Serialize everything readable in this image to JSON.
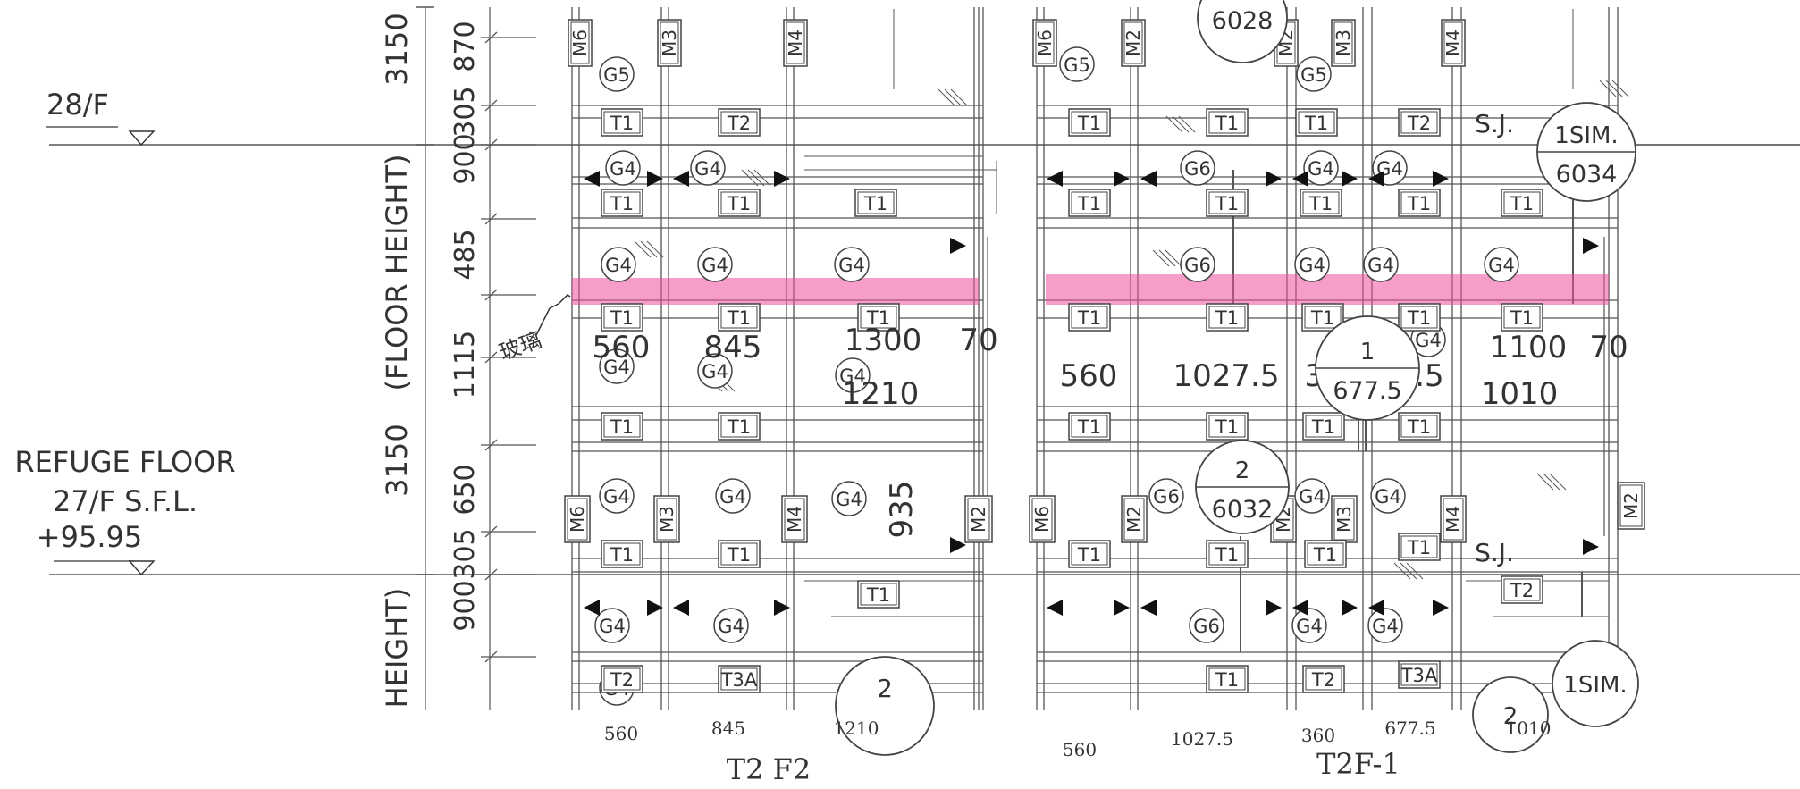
{
  "levels": {
    "upper": {
      "label": "28/F"
    },
    "lower": {
      "lines": [
        "REFUGE FLOOR",
        "27/F S.F.L.",
        "+95.95"
      ]
    }
  },
  "left_dims": {
    "outer": [
      "3150",
      "3150"
    ],
    "floor_height": "(FLOOR HEIGHT)",
    "height_partial": "HEIGHT)",
    "inner": [
      "870",
      "305",
      "900",
      "485",
      "1115",
      "650",
      "305",
      "900"
    ]
  },
  "handwritten": {
    "left_note": "玻璃",
    "bottom_left": [
      "560",
      "845",
      "1210"
    ],
    "bottom_left_label": "T2 F2",
    "bottom_right": [
      "560",
      "1027.5",
      "360",
      "677.5",
      "1010"
    ],
    "bottom_right_label": "T2F-1"
  },
  "left_panel": {
    "mullions": {
      "top": [
        "M6",
        "M3",
        "M4"
      ],
      "bottom": [
        "M6",
        "M3",
        "M4"
      ],
      "right": "M2"
    },
    "glass": [
      "G5",
      "G4",
      "G4",
      "G4",
      "G4",
      "G4",
      "G4",
      "G4",
      "G4",
      "G4",
      "G4",
      "G4",
      "G4",
      "G4",
      "G4"
    ],
    "transoms": [
      "T1",
      "T2",
      "T1",
      "T1",
      "T1",
      "T1",
      "T1",
      "T1",
      "T1",
      "T1",
      "T1",
      "T1",
      "T1",
      "T1",
      "T2",
      "T3A"
    ],
    "widths": [
      "560",
      "845",
      "1300",
      "70"
    ],
    "width_lower": "1210",
    "height_note": "935",
    "bubble_bottom": "2"
  },
  "right_panel": {
    "mullions": {
      "top": [
        "M6",
        "M2",
        "M2",
        "M3",
        "M4"
      ],
      "bottom": [
        "M6",
        "M2",
        "M2",
        "M3",
        "M4"
      ],
      "right": "M2"
    },
    "glass": [
      "G5",
      "G5",
      "G6",
      "G4",
      "G4",
      "G6",
      "G4",
      "G4",
      "G4",
      "G4",
      "G6",
      "G4",
      "G4",
      "G6",
      "G4",
      "G4"
    ],
    "transoms": [
      "T1",
      "T1",
      "T1",
      "T2",
      "T1",
      "T1",
      "T1",
      "T1",
      "T1",
      "T1",
      "T1",
      "T1",
      "T1",
      "T1",
      "T1",
      "T1",
      "T1",
      "T1",
      "T1",
      "T1",
      "T1",
      "T1",
      "T2",
      "T1",
      "T2",
      "T3A"
    ],
    "widths": [
      "560",
      "1027.5",
      "360",
      "677.5",
      "1100",
      "70"
    ],
    "width_lower": "1010",
    "sj": [
      "S.J.",
      "S.J."
    ],
    "bubbles": [
      {
        "top": "",
        "bottom": "6028"
      },
      {
        "top": "1SIM.",
        "bottom": "6034"
      },
      {
        "top": "1",
        "bottom": "677.5"
      },
      {
        "top": "2",
        "bottom": "6032"
      },
      {
        "top": "1SIM.",
        "bottom": ""
      },
      {
        "top": "2",
        "bottom": ""
      }
    ]
  },
  "colors": {
    "highlight": "#ee4d9c",
    "line": "#555555",
    "text": "#333333"
  }
}
